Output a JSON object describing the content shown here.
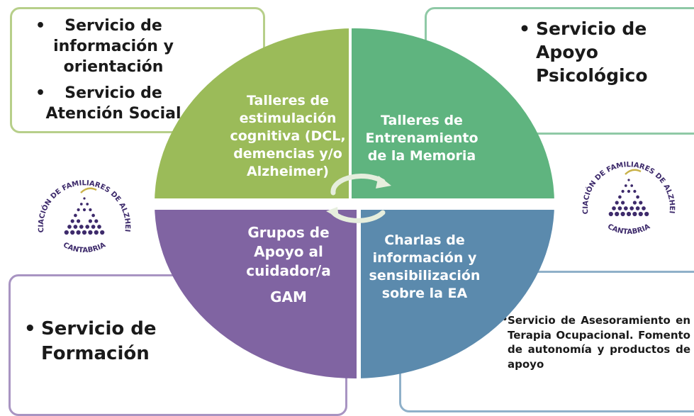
{
  "boxes": {
    "top_left": {
      "items": [
        "Servicio de información y orientación",
        "Servicio de Atención Social"
      ]
    },
    "top_right": {
      "items": [
        "Servicio de Apoyo Psicológico"
      ]
    },
    "bottom_left": {
      "items": [
        "Servicio de Formación"
      ]
    },
    "bottom_right": {
      "text": "Servicio de Asesoramiento en Terapia Ocupacional. Fomento de autonomía y productos de apoyo"
    }
  },
  "quadrants": {
    "top_left": {
      "label": "Talleres de estimulación cognitiva (DCL, demencias y/o Alzheimer)",
      "color": "#9bbb59"
    },
    "top_right": {
      "label": "Talleres de Entrenamiento de la Memoria",
      "color": "#5fb47f"
    },
    "bottom_left": {
      "label_lines": [
        "Grupos de Apoyo al cuidador/a",
        "GAM"
      ],
      "color": "#8064a2"
    },
    "bottom_right": {
      "label": "Charlas de información y sensibilización sobre la EA",
      "color": "#5b8aad"
    }
  },
  "logo": {
    "arc_text": "ASOCIACIÓN DE FAMILIARES DE ALZHEIMER",
    "bottom_text": "CANTABRIA",
    "text_color_dark": "#3d2a6b",
    "text_color_light": "#c9b24a"
  }
}
